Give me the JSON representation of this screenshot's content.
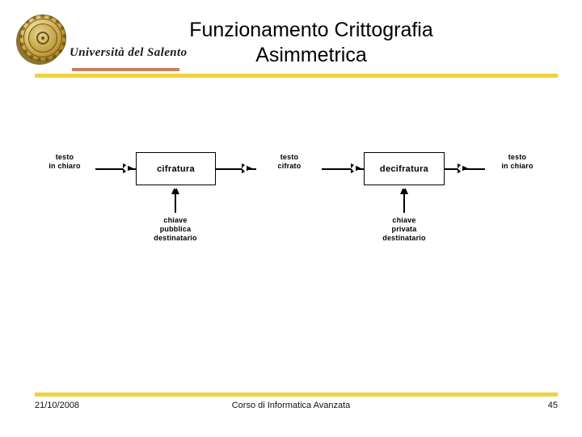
{
  "header": {
    "title": "Funzionamento Crittografia\nAsimmetrica",
    "university": "Università del Salento",
    "logo_icon": "university-seal-icon",
    "rule_color": "#efd33f",
    "underline_color": "#c8805f"
  },
  "diagram": {
    "type": "flow",
    "nodes": [
      {
        "id": "plaintext-in",
        "label": "testo\nin chiaro",
        "kind": "label"
      },
      {
        "id": "encrypt",
        "label": "cifratura",
        "kind": "process"
      },
      {
        "id": "ciphertext",
        "label": "testo\ncifrato",
        "kind": "label"
      },
      {
        "id": "decrypt",
        "label": "decifratura",
        "kind": "process"
      },
      {
        "id": "plaintext-out",
        "label": "testo\nin chiaro",
        "kind": "label"
      },
      {
        "id": "public-key",
        "label": "chiave\npubblica\ndestinatario",
        "kind": "label"
      },
      {
        "id": "private-key",
        "label": "chiave\nprivata\ndestinatario",
        "kind": "label"
      }
    ],
    "edges": [
      {
        "from": "plaintext-in",
        "to": "encrypt",
        "direction": "right"
      },
      {
        "from": "encrypt",
        "to": "ciphertext",
        "direction": "right"
      },
      {
        "from": "ciphertext",
        "to": "decrypt",
        "direction": "right"
      },
      {
        "from": "decrypt",
        "to": "plaintext-out",
        "direction": "right"
      },
      {
        "from": "public-key",
        "to": "encrypt",
        "direction": "up"
      },
      {
        "from": "private-key",
        "to": "decrypt",
        "direction": "up"
      }
    ]
  },
  "footer": {
    "date": "21/10/2008",
    "course": "Corso di Informatica Avanzata",
    "page": "45",
    "rule_color": "#efd33f"
  }
}
